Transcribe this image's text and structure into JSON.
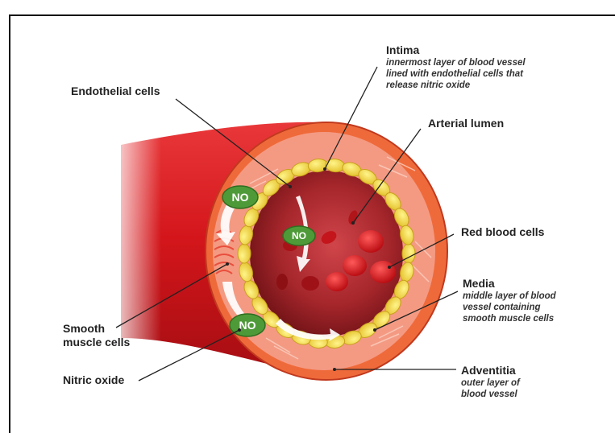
{
  "labels": {
    "intima": {
      "title": "Intima",
      "line1": "innermost layer of blood vessel",
      "line2": "lined with endothelial cells that",
      "line3": "release nitric oxide"
    },
    "endothelial_cells": "Endothelial cells",
    "arterial_lumen": "Arterial lumen",
    "red_blood_cells": "Red blood cells",
    "media": {
      "title": "Media",
      "line1": "middle layer of blood",
      "line2": "vessel containing",
      "line3": "smooth muscle cells"
    },
    "smooth_muscle": {
      "line1": "Smooth",
      "line2": "muscle cells"
    },
    "nitric_oxide": "Nitric oxide",
    "adventitia": {
      "title": "Adventitia",
      "line1": "outer layer of",
      "line2": "blood vessel"
    }
  },
  "no_badges": [
    "NO",
    "NO",
    "NO"
  ],
  "colors": {
    "vessel_red": "#d4161b",
    "adventitia_orange": "#ef6a3a",
    "media_pink": "#f49a83",
    "endothelial_yellow": "#f7dc4a",
    "lumen_dark": "#9a1f24",
    "no_green": "#4f9a38"
  }
}
